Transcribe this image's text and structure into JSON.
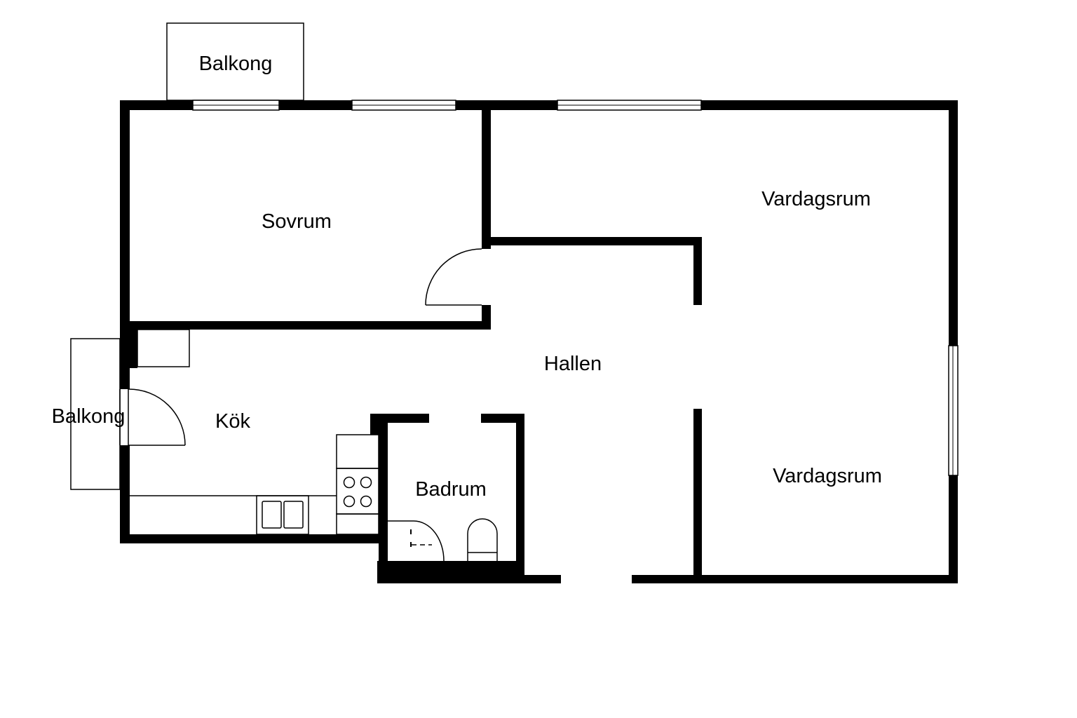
{
  "floorplan": {
    "rooms": {
      "balkong_top": "Balkong",
      "balkong_left": "Balkong",
      "sovrum": "Sovrum",
      "vardagsrum_upper": "Vardagsrum",
      "vardagsrum_lower": "Vardagsrum",
      "hallen": "Hallen",
      "kok": "Kök",
      "badrum": "Badrum"
    },
    "colors": {
      "wall": "#000000",
      "background": "#ffffff"
    }
  }
}
